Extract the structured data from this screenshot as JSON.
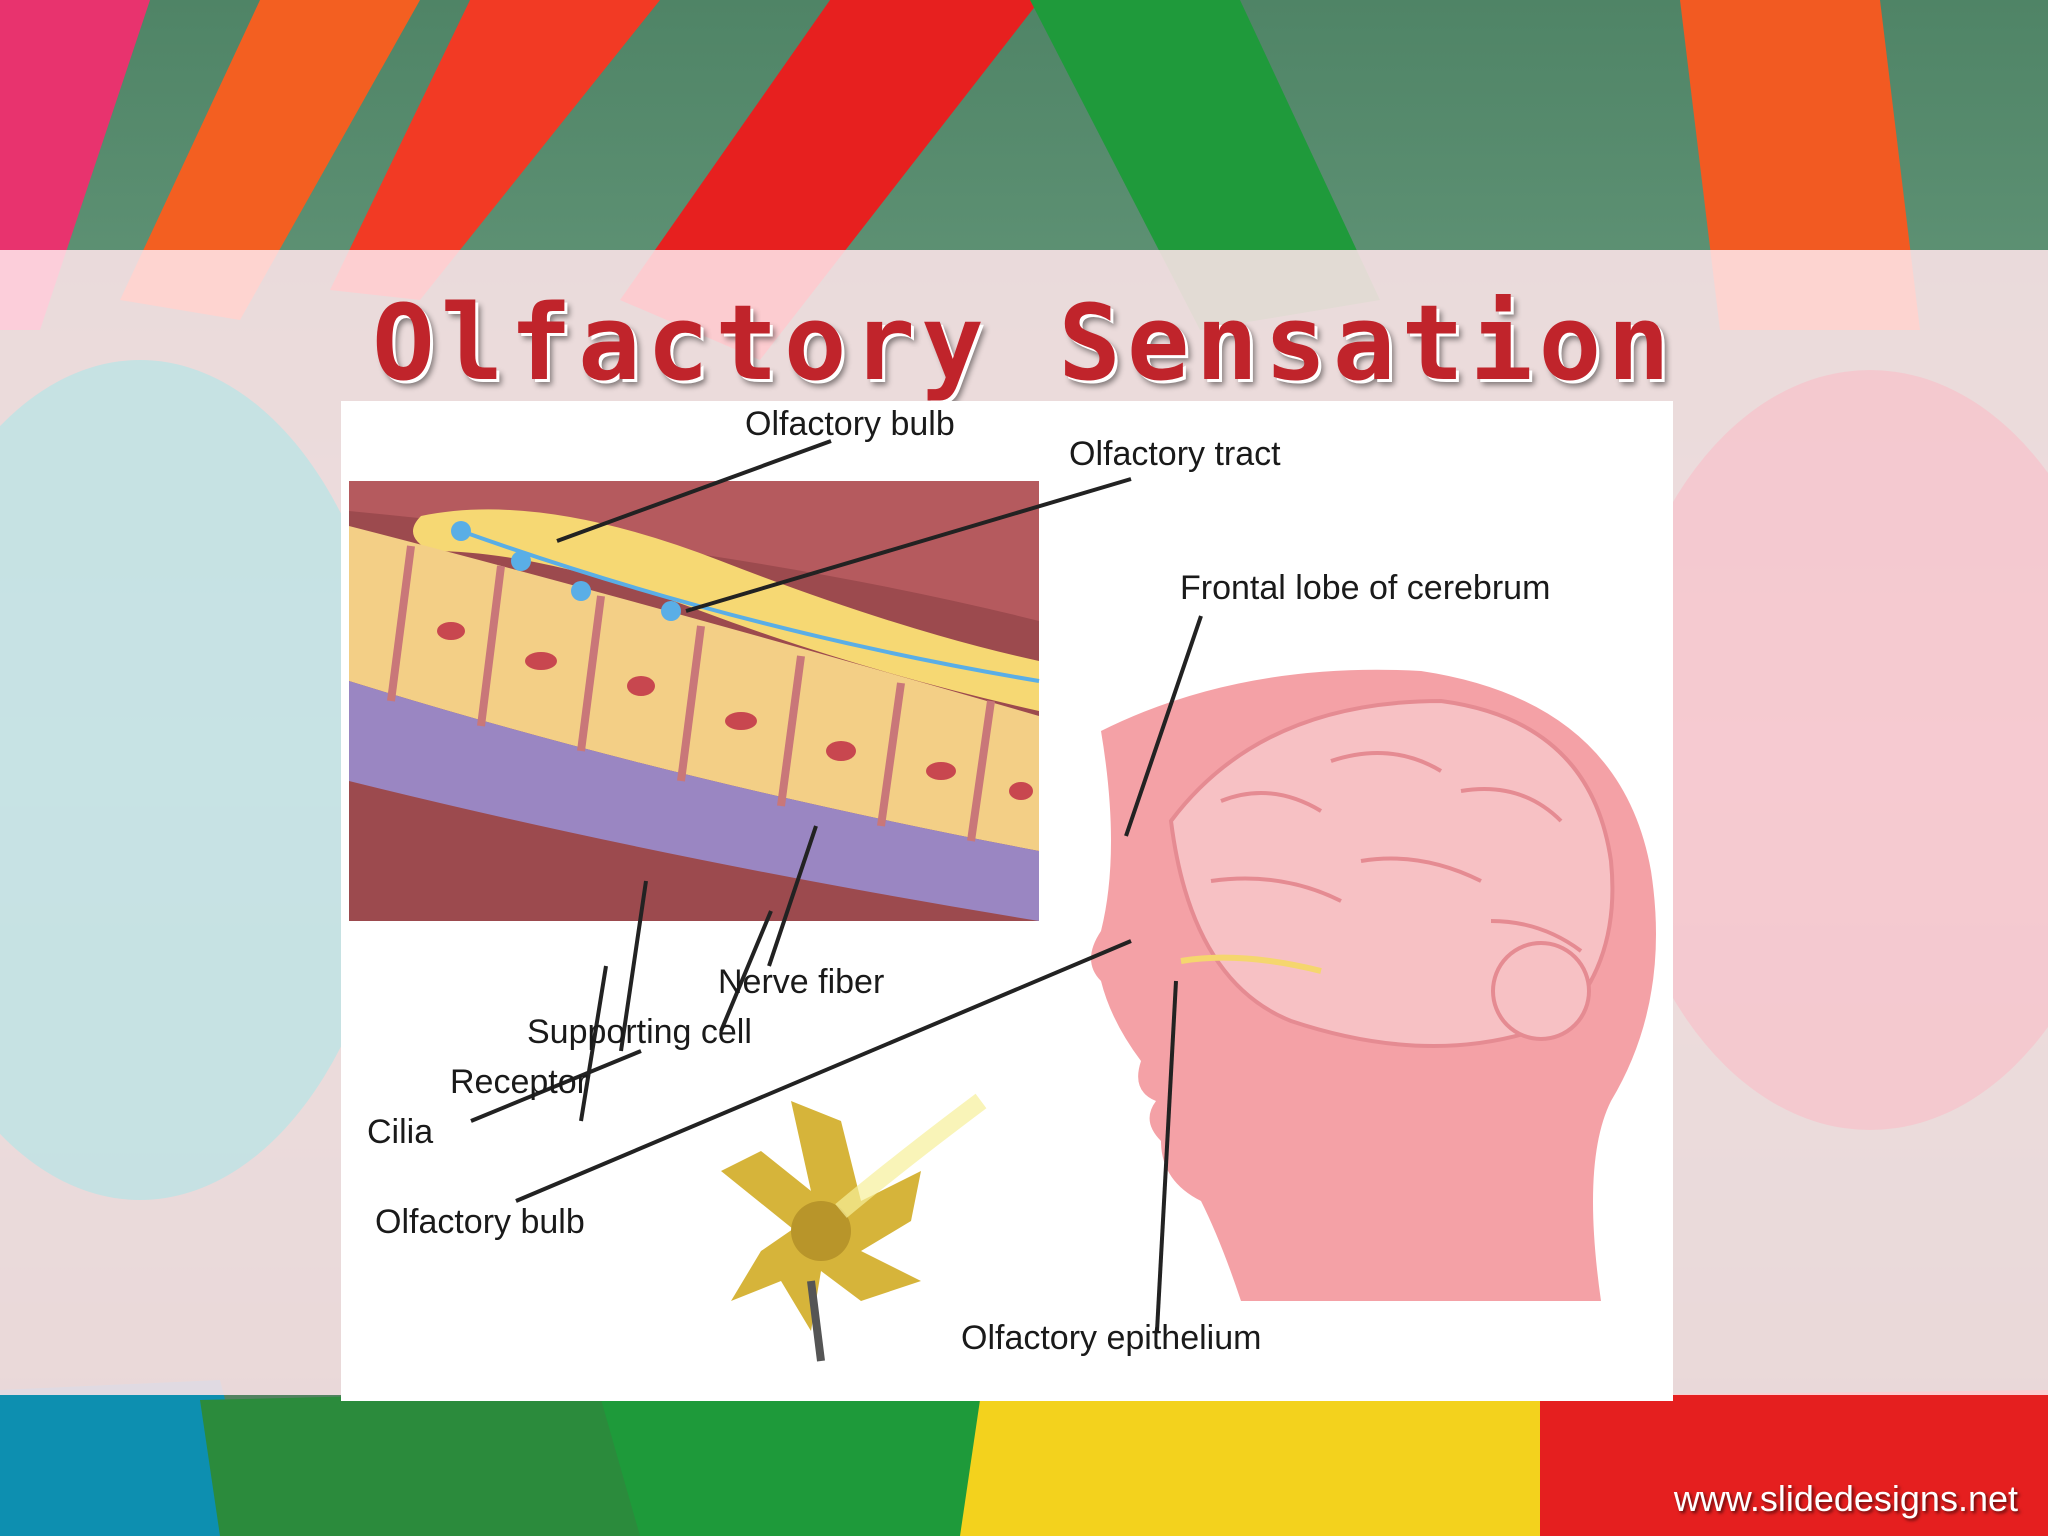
{
  "slide": {
    "title": "Olfactory Sensation",
    "credit": "www.slidedesigns.net"
  },
  "diagram": {
    "labels": {
      "olfactory_bulb_top": "Olfactory bulb",
      "olfactory_tract": "Olfactory tract",
      "frontal_lobe": "Frontal lobe of cerebrum",
      "nerve_fiber": "Nerve fiber",
      "supporting_cell": "Supporting cell",
      "receptor": "Receptor",
      "cilia": "Cilia",
      "olfactory_bulb_bottom": "Olfactory bulb",
      "olfactory_epithelium": "Olfactory epithelium"
    }
  },
  "colors": {
    "title": "#c0242b",
    "band": "#ffe1e6",
    "brain": "#f2a8ad",
    "tissue": "#f3cf86",
    "cells": "#9a86c2"
  }
}
